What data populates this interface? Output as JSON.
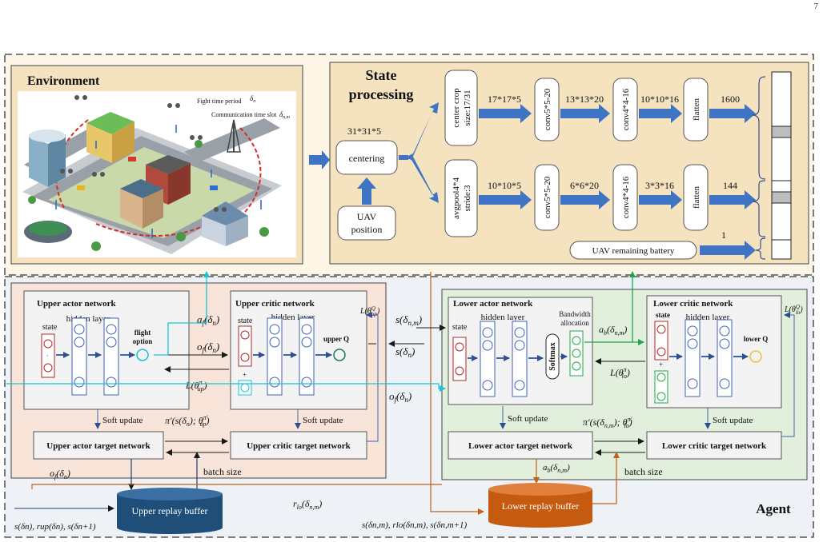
{
  "page_number": "7",
  "environment": {
    "title": "Environment",
    "flight_label": "Fight time period",
    "comm_label": "Communication time slot"
  },
  "state_processing": {
    "title_line1": "State",
    "title_line2": "processing",
    "input_dim": "31*31*5",
    "centering": "centering",
    "uav_position_line1": "UAV",
    "uav_position_line2": "position",
    "top_branch": {
      "crop_line1": "center crop",
      "crop_line2": "size:17/31",
      "dim1": "17*17*5",
      "conv1": "conv5*5-20",
      "dim2": "13*13*20",
      "conv2": "conv4*4-16",
      "dim3": "10*10*16",
      "flatten": "flatten",
      "out": "1600"
    },
    "bottom_branch": {
      "pool_line1": "avgpool4*4",
      "pool_line2": "stride:3",
      "dim1": "10*10*5",
      "conv1": "conv5*5-20",
      "dim2": "6*6*20",
      "conv2": "conv4*4-16",
      "dim3": "3*3*16",
      "flatten": "flatten",
      "out": "144"
    },
    "battery": "UAV remaining battery",
    "battery_out": "1"
  },
  "upper_actor": {
    "title": "Upper actor network",
    "state": "state",
    "hidden": "hidden layer",
    "output_line1": "flight",
    "output_line2": "option"
  },
  "upper_critic": {
    "title": "Upper critic network",
    "state": "state",
    "hidden": "hidden layer",
    "output": "upper Q",
    "plus": "+"
  },
  "upper_actor_target": "Upper actor target network",
  "upper_critic_target": "Upper critic target network",
  "lower_actor": {
    "title": "Lower actor network",
    "state": "state",
    "hidden": "hidden layer",
    "softmax": "Softmax",
    "bw_line1": "Bandwidth",
    "bw_line2": "allocation"
  },
  "lower_critic": {
    "title": "Lower critic network",
    "state": "state",
    "hidden": "hidden layer",
    "output": "lower Q",
    "plus": "+"
  },
  "lower_actor_target": "Lower actor target network",
  "lower_critic_target": "Lower critic target network",
  "soft_update": "Soft update",
  "batch_size": "batch size",
  "upper_buffer": "Upper replay buffer",
  "lower_buffer": "Lower replay buffer",
  "agent": "Agent",
  "math": {
    "af": "a",
    "af_sub": "f",
    "af_arg": "(δ",
    "af_arg_sub": "n",
    "af_close": ")",
    "of": "o",
    "of_sub": "f",
    "of_arg": "(δ",
    "of_arg_sub": "n",
    "of_close": ")",
    "ab": "a",
    "ab_sub": "b",
    "ab_arg": "(δ",
    "ab_arg_sub": "n,m",
    "ab_close": ")",
    "s_nm": "s(δ",
    "s_nm_sub": "n,m",
    "s_close": ")",
    "s_n": "s(δ",
    "s_n_sub": "n",
    "L_up_pi": "L(θ",
    "L_up_pi_sup": "π",
    "L_up_pi_sub": "up",
    "L_up_Q": "L(θ",
    "L_up_Q_sup": "Q",
    "L_up_Q_sub": "up",
    "L_lo_pi": "L(θ",
    "L_lo_pi_sup": "π",
    "L_lo_pi_sub": "lo",
    "L_lo_Q": "L(θ",
    "L_lo_Q_sup": "Q",
    "L_lo_Q_sub": "lo",
    "pi_up": "π′(s(δ",
    "pi_up_sub": "n",
    "pi_up_mid": "); θ",
    "pi_up_sup": "π′",
    "pi_up_sub2": "up",
    "pi_up_close": ")",
    "pi_lo": "π′(s(δ",
    "pi_lo_sub": "n,m",
    "pi_lo_mid": "); θ",
    "pi_lo_sup": "π′",
    "pi_lo_sub2": "lo",
    "pi_lo_close": ")",
    "r_lo": "r",
    "r_lo_sub": "lo",
    "r_lo_arg": "(δ",
    "r_lo_arg_sub": "n,m",
    "r_lo_close": ")",
    "upper_tuple": "s(δn), rup(δn), s(δn+1)",
    "lower_tuple": "s(δn,m), rlo(δn,m), s(δn,m+1)"
  }
}
